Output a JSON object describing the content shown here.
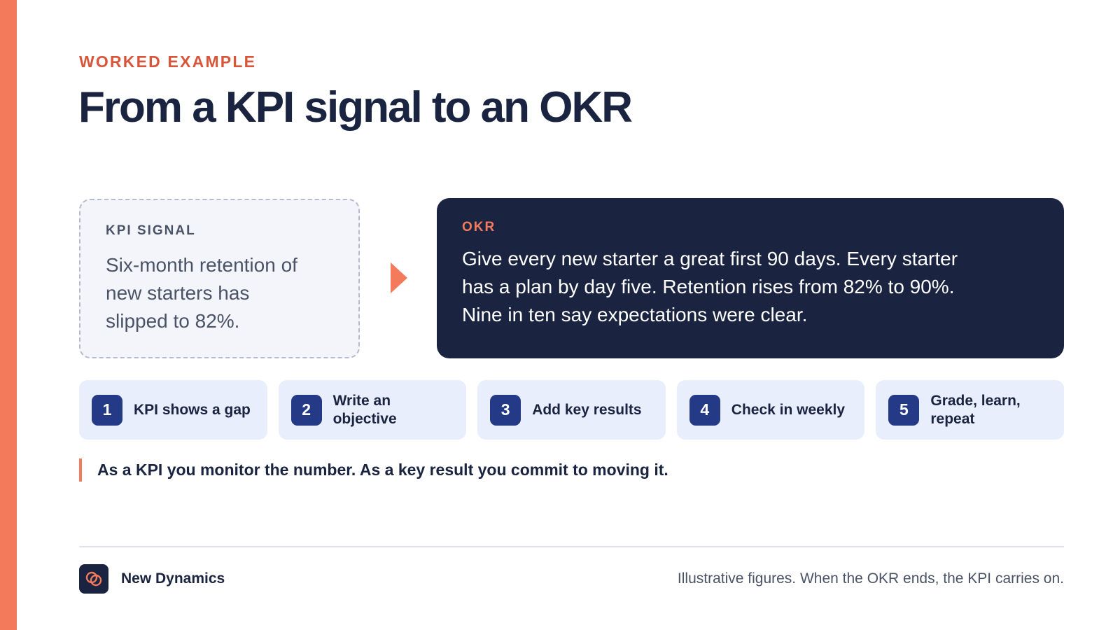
{
  "eyebrow": "WORKED EXAMPLE",
  "title": "From a KPI signal to an OKR",
  "kpi": {
    "label": "KPI SIGNAL",
    "body": "Six-month retention of new starters has slipped to 82%."
  },
  "okr": {
    "label": "OKR",
    "body": "Give every new starter a great first 90 days. Every starter has a plan by day five. Retention rises from 82% to 90%. Nine in ten say expectations were clear."
  },
  "steps": [
    {
      "num": "1",
      "label": "KPI shows a gap"
    },
    {
      "num": "2",
      "label": "Write an objective"
    },
    {
      "num": "3",
      "label": "Add key results"
    },
    {
      "num": "4",
      "label": "Check in weekly"
    },
    {
      "num": "5",
      "label": "Grade, learn, repeat"
    }
  ],
  "quote": "As a KPI you monitor the number. As a key result you commit to moving it.",
  "footer": {
    "brand_name": "New Dynamics",
    "brand_icon": "linked-rings-icon",
    "footnote": "Illustrative figures. When the OKR ends, the KPI carries on."
  },
  "colors": {
    "accent": "#f47a5c",
    "navy": "#1a2440",
    "step_badge": "#243a86",
    "step_bg": "#e8eefb"
  }
}
